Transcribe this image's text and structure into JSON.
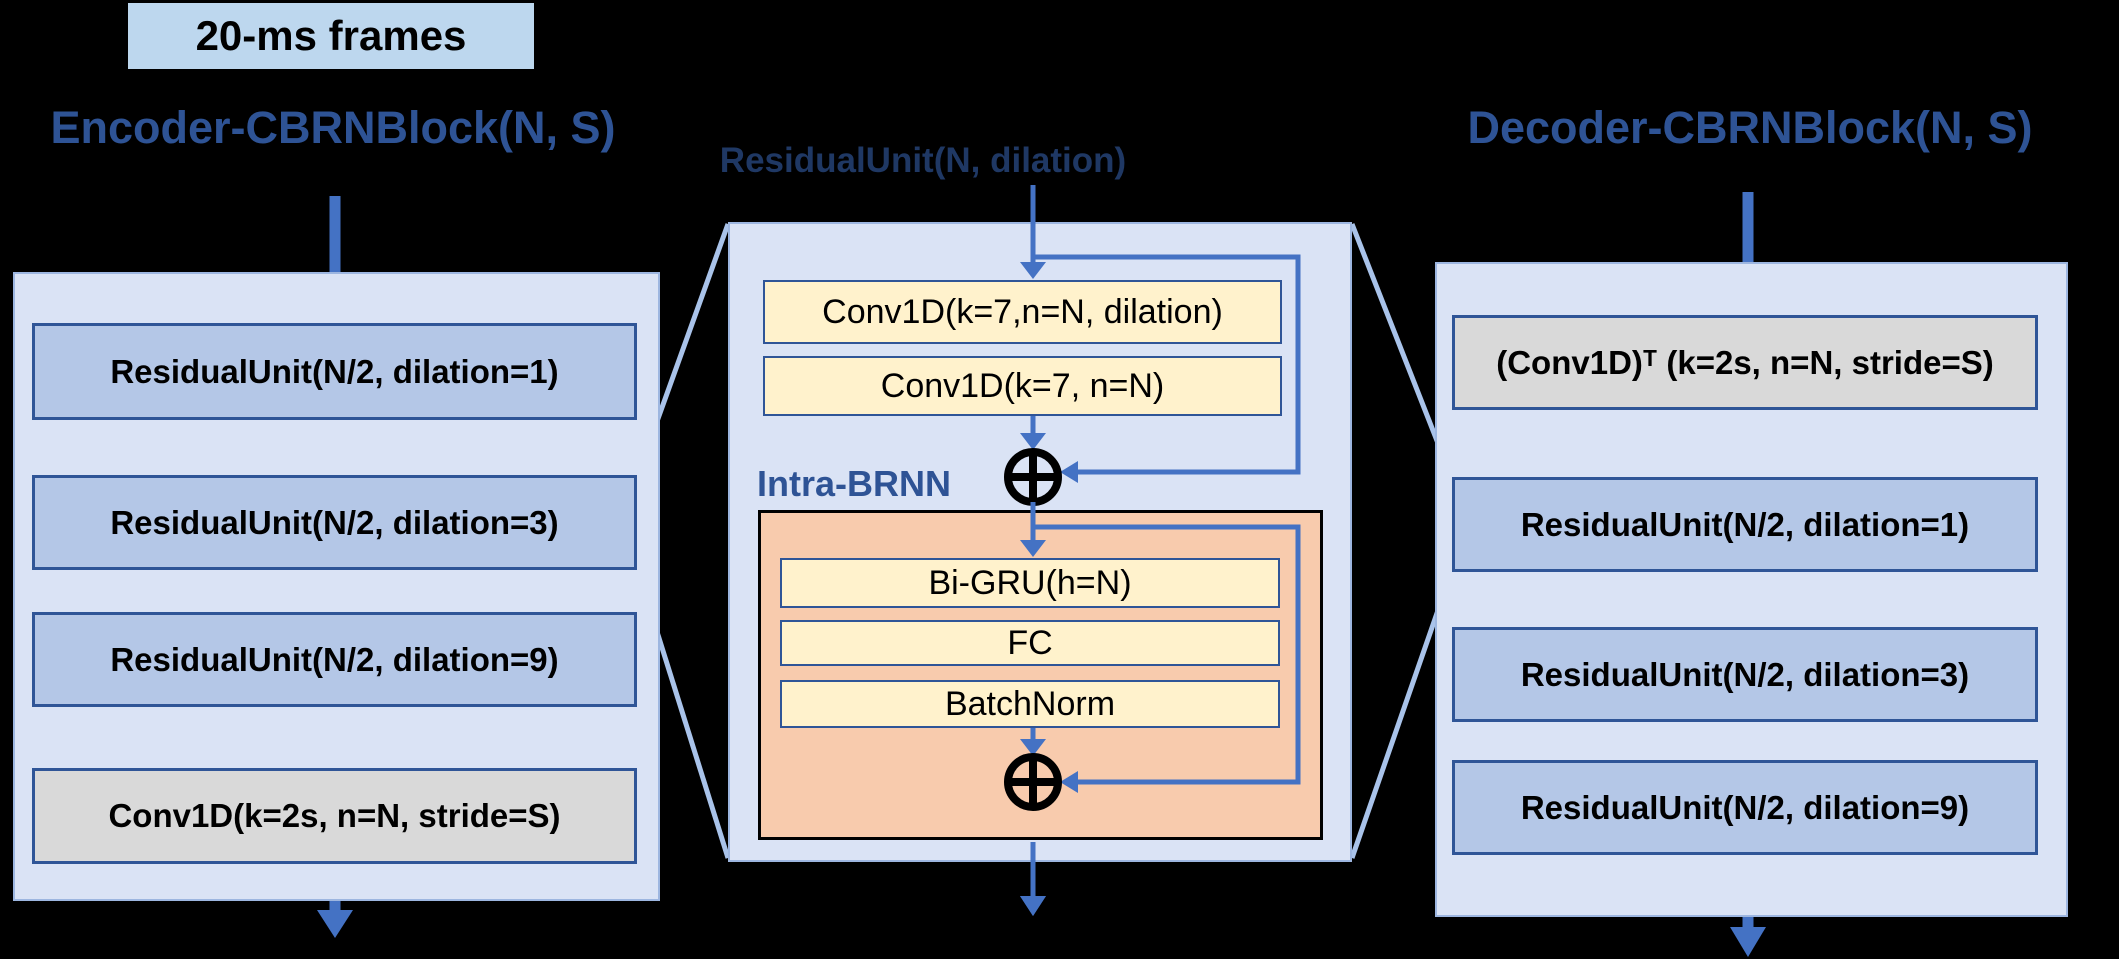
{
  "colors": {
    "background": "#000000",
    "arrow": "#4472C4",
    "connector": "#A9C3EA",
    "container_fill": "#DAE3F5",
    "residual_fill": "#B4C7E7",
    "conv_fill": "#D9D9D9",
    "inner_fill": "#FFF2CC",
    "brnn_fill": "#F8CBAD",
    "chip_fill": "#BDD7EE",
    "box_border": "#2F5597",
    "title_color": "#2E5395",
    "mid_title_color": "#1F3864"
  },
  "chip": {
    "label": "20-ms frames"
  },
  "encoder": {
    "title": "Encoder-CBRNBlock(N, S)",
    "units": [
      "ResidualUnit(N/2, dilation=1)",
      "ResidualUnit(N/2, dilation=3)",
      "ResidualUnit(N/2, dilation=9)"
    ],
    "conv": "Conv1D(k=2s, n=N, stride=S)"
  },
  "residual_unit": {
    "title": "ResidualUnit(N, dilation)",
    "conv1": "Conv1D(k=7,n=N, dilation)",
    "conv2": "Conv1D(k=7, n=N)",
    "intra_brnn": "Intra-BRNN",
    "bigru": "Bi-GRU(h=N)",
    "fc": "FC",
    "batchnorm": "BatchNorm",
    "sum_symbol": "⊕"
  },
  "decoder": {
    "title": "Decoder-CBRNBlock(N, S)",
    "convT": "(Conv1D)ᵀ (k=2s, n=N, stride=S)",
    "units": [
      "ResidualUnit(N/2, dilation=1)",
      "ResidualUnit(N/2, dilation=3)",
      "ResidualUnit(N/2, dilation=9)"
    ]
  },
  "icons": {
    "sum": "circled-plus-icon",
    "flow": "down-arrow"
  }
}
